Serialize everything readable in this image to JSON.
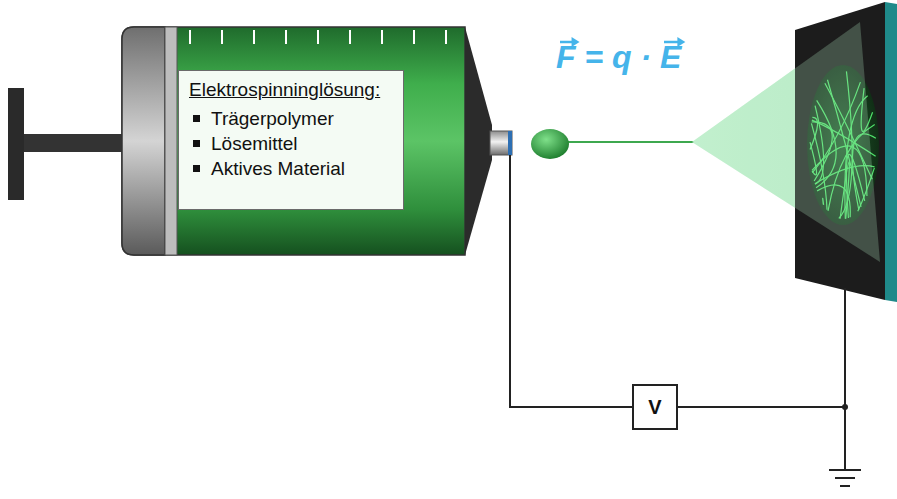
{
  "diagram": {
    "nodes": [
      {
        "text": [
          "Elektrospinninglösung:",
          "Trägerpolymer",
          "Lösemittel",
          "Aktives Material"
        ]
      },
      {
        "text": [
          "V"
        ]
      }
    ],
    "labels": [
      "F = q · E"
    ]
  }
}
